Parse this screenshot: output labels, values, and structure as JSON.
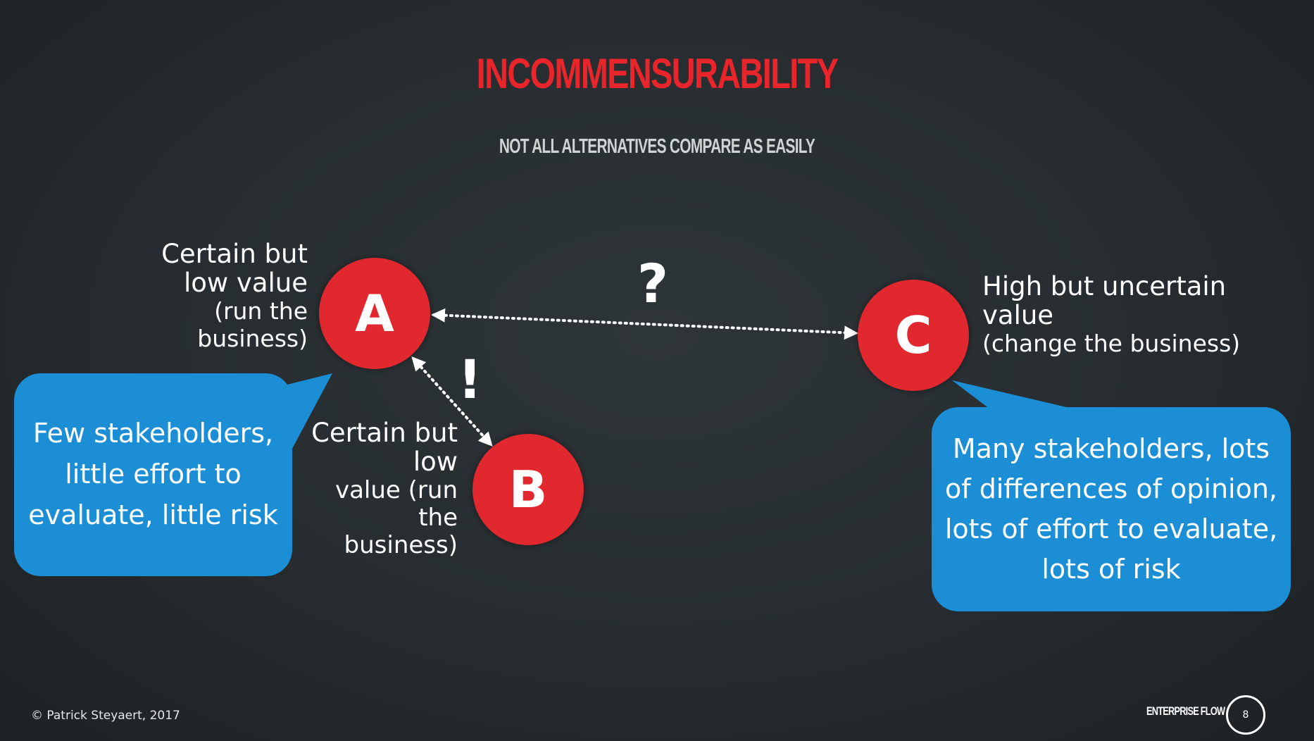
{
  "slide": {
    "title": "INCOMMENSURABILITY",
    "subtitle": "NOT ALL ALTERNATIVES COMPARE AS EASILY"
  },
  "nodes": {
    "a": {
      "letter": "A",
      "label_main": "Certain but low value",
      "label_sub": "(run the business)"
    },
    "b": {
      "letter": "B",
      "label_main": "Certain but low",
      "label_sub": "value (run the business)"
    },
    "c": {
      "letter": "C",
      "label_main": "High  but uncertain value",
      "label_sub": "(change the business)"
    }
  },
  "links": {
    "a_c_mark": "?",
    "a_b_mark": "!"
  },
  "callouts": {
    "left": "Few stakeholders, little effort to evaluate, little risk",
    "right": "Many stakeholders, lots of differences of opinion, lots of effort to evaluate, lots of risk"
  },
  "footer": {
    "copyright": "© Patrick Steyaert, 2017",
    "brand": "ENTERPRISE FLOW",
    "page_number": "8"
  },
  "colors": {
    "node_red": "#e1282e",
    "title_red": "#e8252b",
    "callout_blue": "#1b8ed6",
    "background": "#262c2f"
  }
}
